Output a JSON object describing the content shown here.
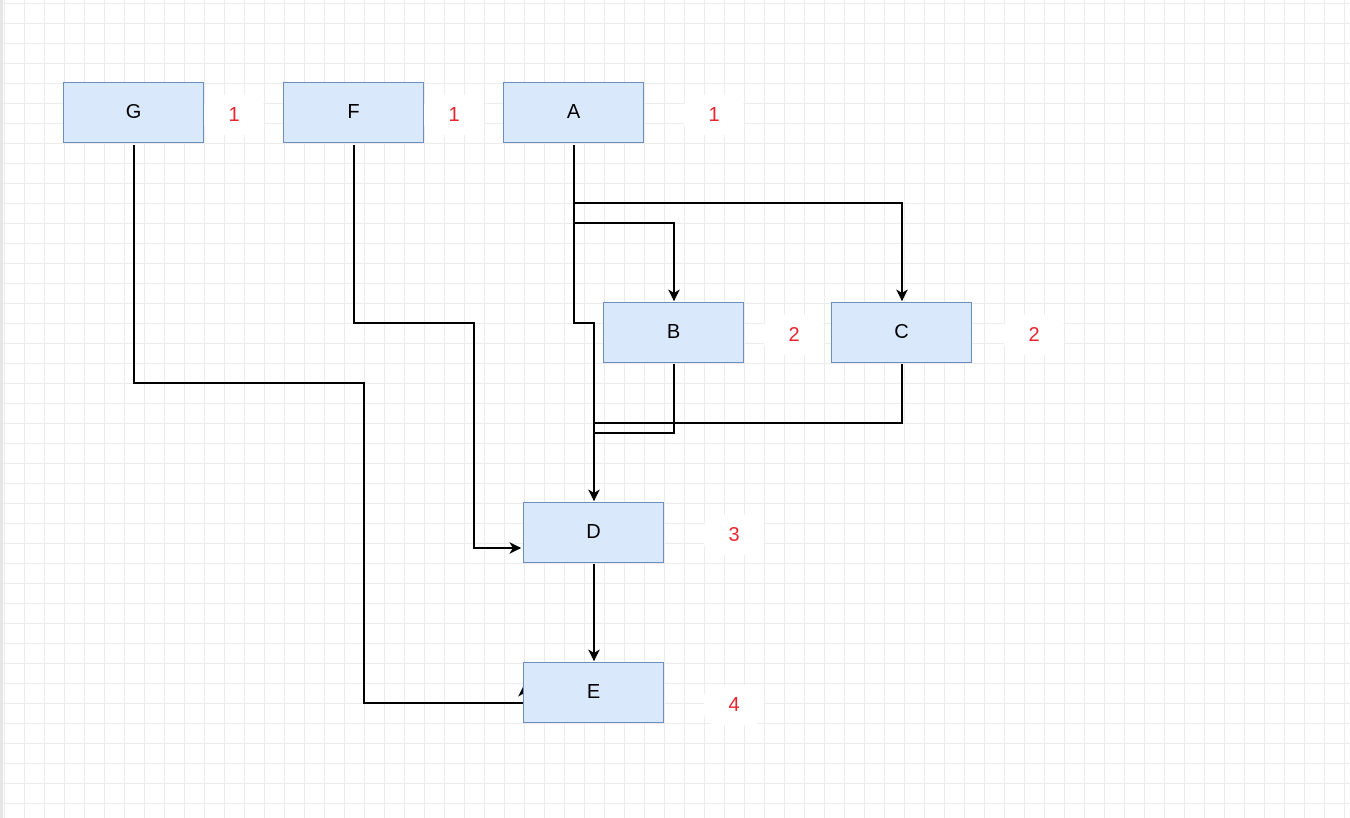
{
  "diagram": {
    "nodes": [
      {
        "id": "G",
        "label": "G",
        "level": "1"
      },
      {
        "id": "F",
        "label": "F",
        "level": "1"
      },
      {
        "id": "A",
        "label": "A",
        "level": "1"
      },
      {
        "id": "B",
        "label": "B",
        "level": "2"
      },
      {
        "id": "C",
        "label": "C",
        "level": "2"
      },
      {
        "id": "D",
        "label": "D",
        "level": "3"
      },
      {
        "id": "E",
        "label": "E",
        "level": "4"
      }
    ],
    "edges": [
      {
        "from": "A",
        "to": "B"
      },
      {
        "from": "A",
        "to": "C"
      },
      {
        "from": "A",
        "to": "D"
      },
      {
        "from": "B",
        "to": "D"
      },
      {
        "from": "C",
        "to": "D"
      },
      {
        "from": "F",
        "to": "D"
      },
      {
        "from": "D",
        "to": "E"
      },
      {
        "from": "G",
        "to": "E"
      }
    ],
    "colors": {
      "node_fill": "#dae8fc",
      "node_border": "#6c8ebf",
      "level_text": "#e8232b",
      "edge": "#000000",
      "grid": "#ececec"
    }
  }
}
